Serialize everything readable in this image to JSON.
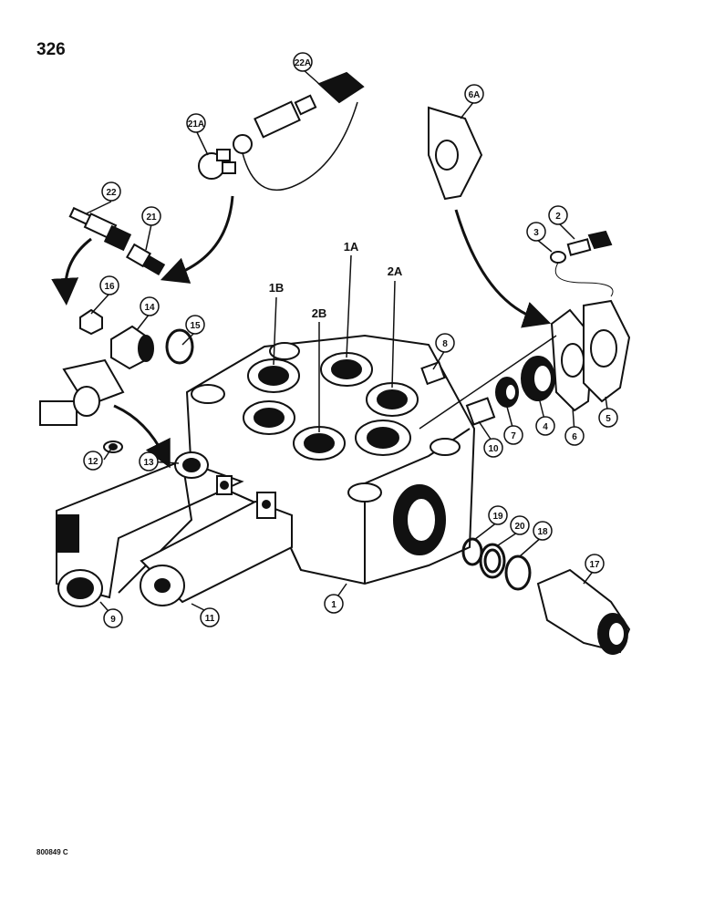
{
  "page_number": "326",
  "figure_code": "800849 C",
  "port_labels": [
    "1A",
    "1B",
    "2A",
    "2B"
  ],
  "callouts": [
    "1",
    "2",
    "3",
    "4",
    "5",
    "6",
    "6A",
    "7",
    "8",
    "9",
    "10",
    "11",
    "12",
    "13",
    "14",
    "15",
    "16",
    "17",
    "18",
    "19",
    "20",
    "21",
    "21A",
    "22",
    "22A"
  ],
  "colors": {
    "ink": "#111111",
    "paper": "#ffffff"
  }
}
